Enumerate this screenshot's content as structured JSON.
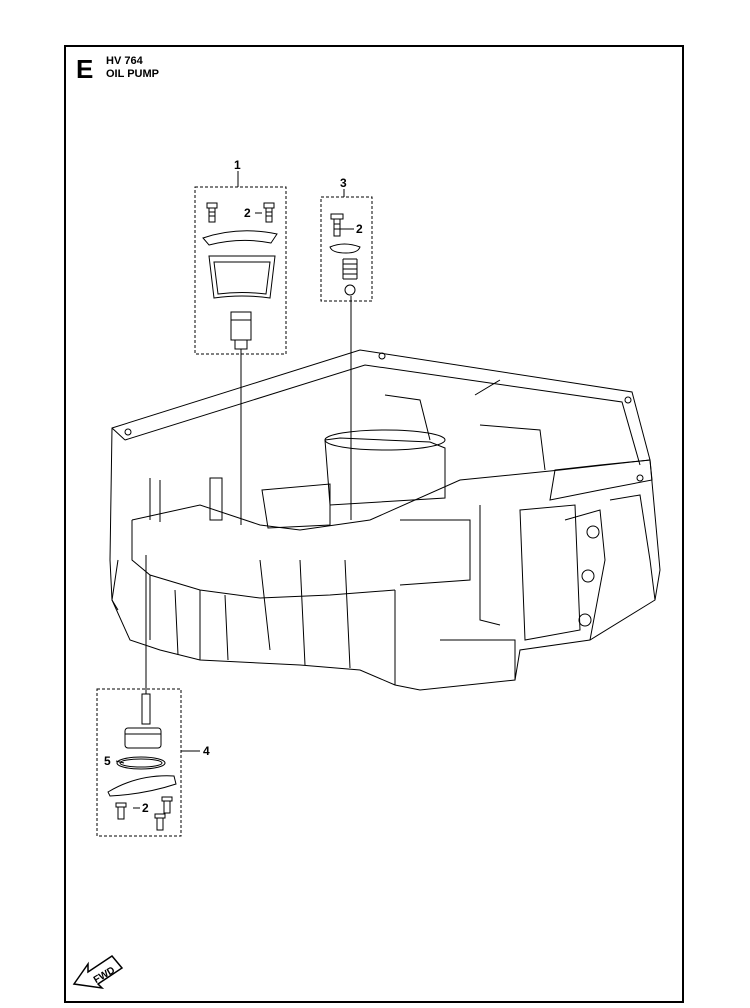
{
  "header": {
    "section": "E",
    "model": "HV 764",
    "title": "OIL PUMP"
  },
  "callouts": {
    "c1": "1",
    "c2a": "2",
    "c3": "3",
    "c2b": "2",
    "c4": "4",
    "c5": "5",
    "c2c": "2"
  },
  "direction_badge": "FWD",
  "colors": {
    "line": "#000000",
    "background": "#ffffff"
  }
}
